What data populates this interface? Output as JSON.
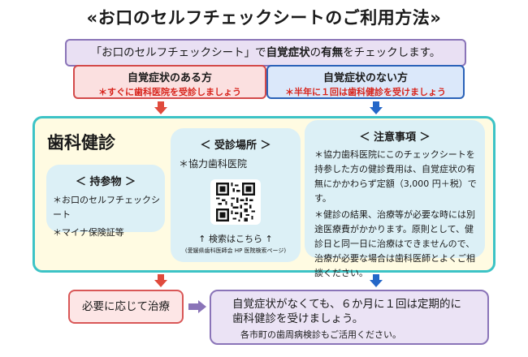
{
  "title": "«お口のセルフチェックシートのご利用方法»",
  "intro": {
    "part1": "「お口のセルフチェックシート」で",
    "part2": "自覚症状",
    "part3": "の",
    "part4": "有無",
    "part5": "をチェックします。"
  },
  "left_choice": {
    "heading": "自覚症状のある方",
    "sub": "＊すぐに歯科医院を受診しましょう"
  },
  "right_choice": {
    "heading": "自覚症状のない方",
    "sub": "＊半年に１回は歯科健診を受けましょう"
  },
  "main": {
    "title": "歯科健診",
    "items": {
      "heading": "＜ 持参物 ＞",
      "list": [
        "＊お口のセルフチェックシート",
        "＊マイナ保険証等"
      ]
    },
    "place": {
      "heading": "＜ 受診場所 ＞",
      "name": "＊協力歯科医院",
      "search": "↑ 検索はこちら ↑",
      "search_note": "(愛媛県歯科医師会 HP 医院検索ページ)"
    },
    "notes": {
      "heading": "＜ 注意事項 ＞",
      "text1": "＊協力歯科医院にこのチェックシートを持参した方の健診費用は、自覚症状の有無にかかわらず定額（3,000 円＋税）です。",
      "text2": "＊健診の結果、治療等が必要な時には別途医療費がかかります。原則として、健診日と同一日に治療はできませんので、治療が必要な場合は歯科医師とよくご相談ください。"
    }
  },
  "result": "必要に応じて治療",
  "final": {
    "line1": "自覚症状がなくても、６か月に１回は定期的に",
    "line1b": "歯科健診を受けましょう。",
    "line2": "各市町の歯周病検診もご活用ください。"
  }
}
